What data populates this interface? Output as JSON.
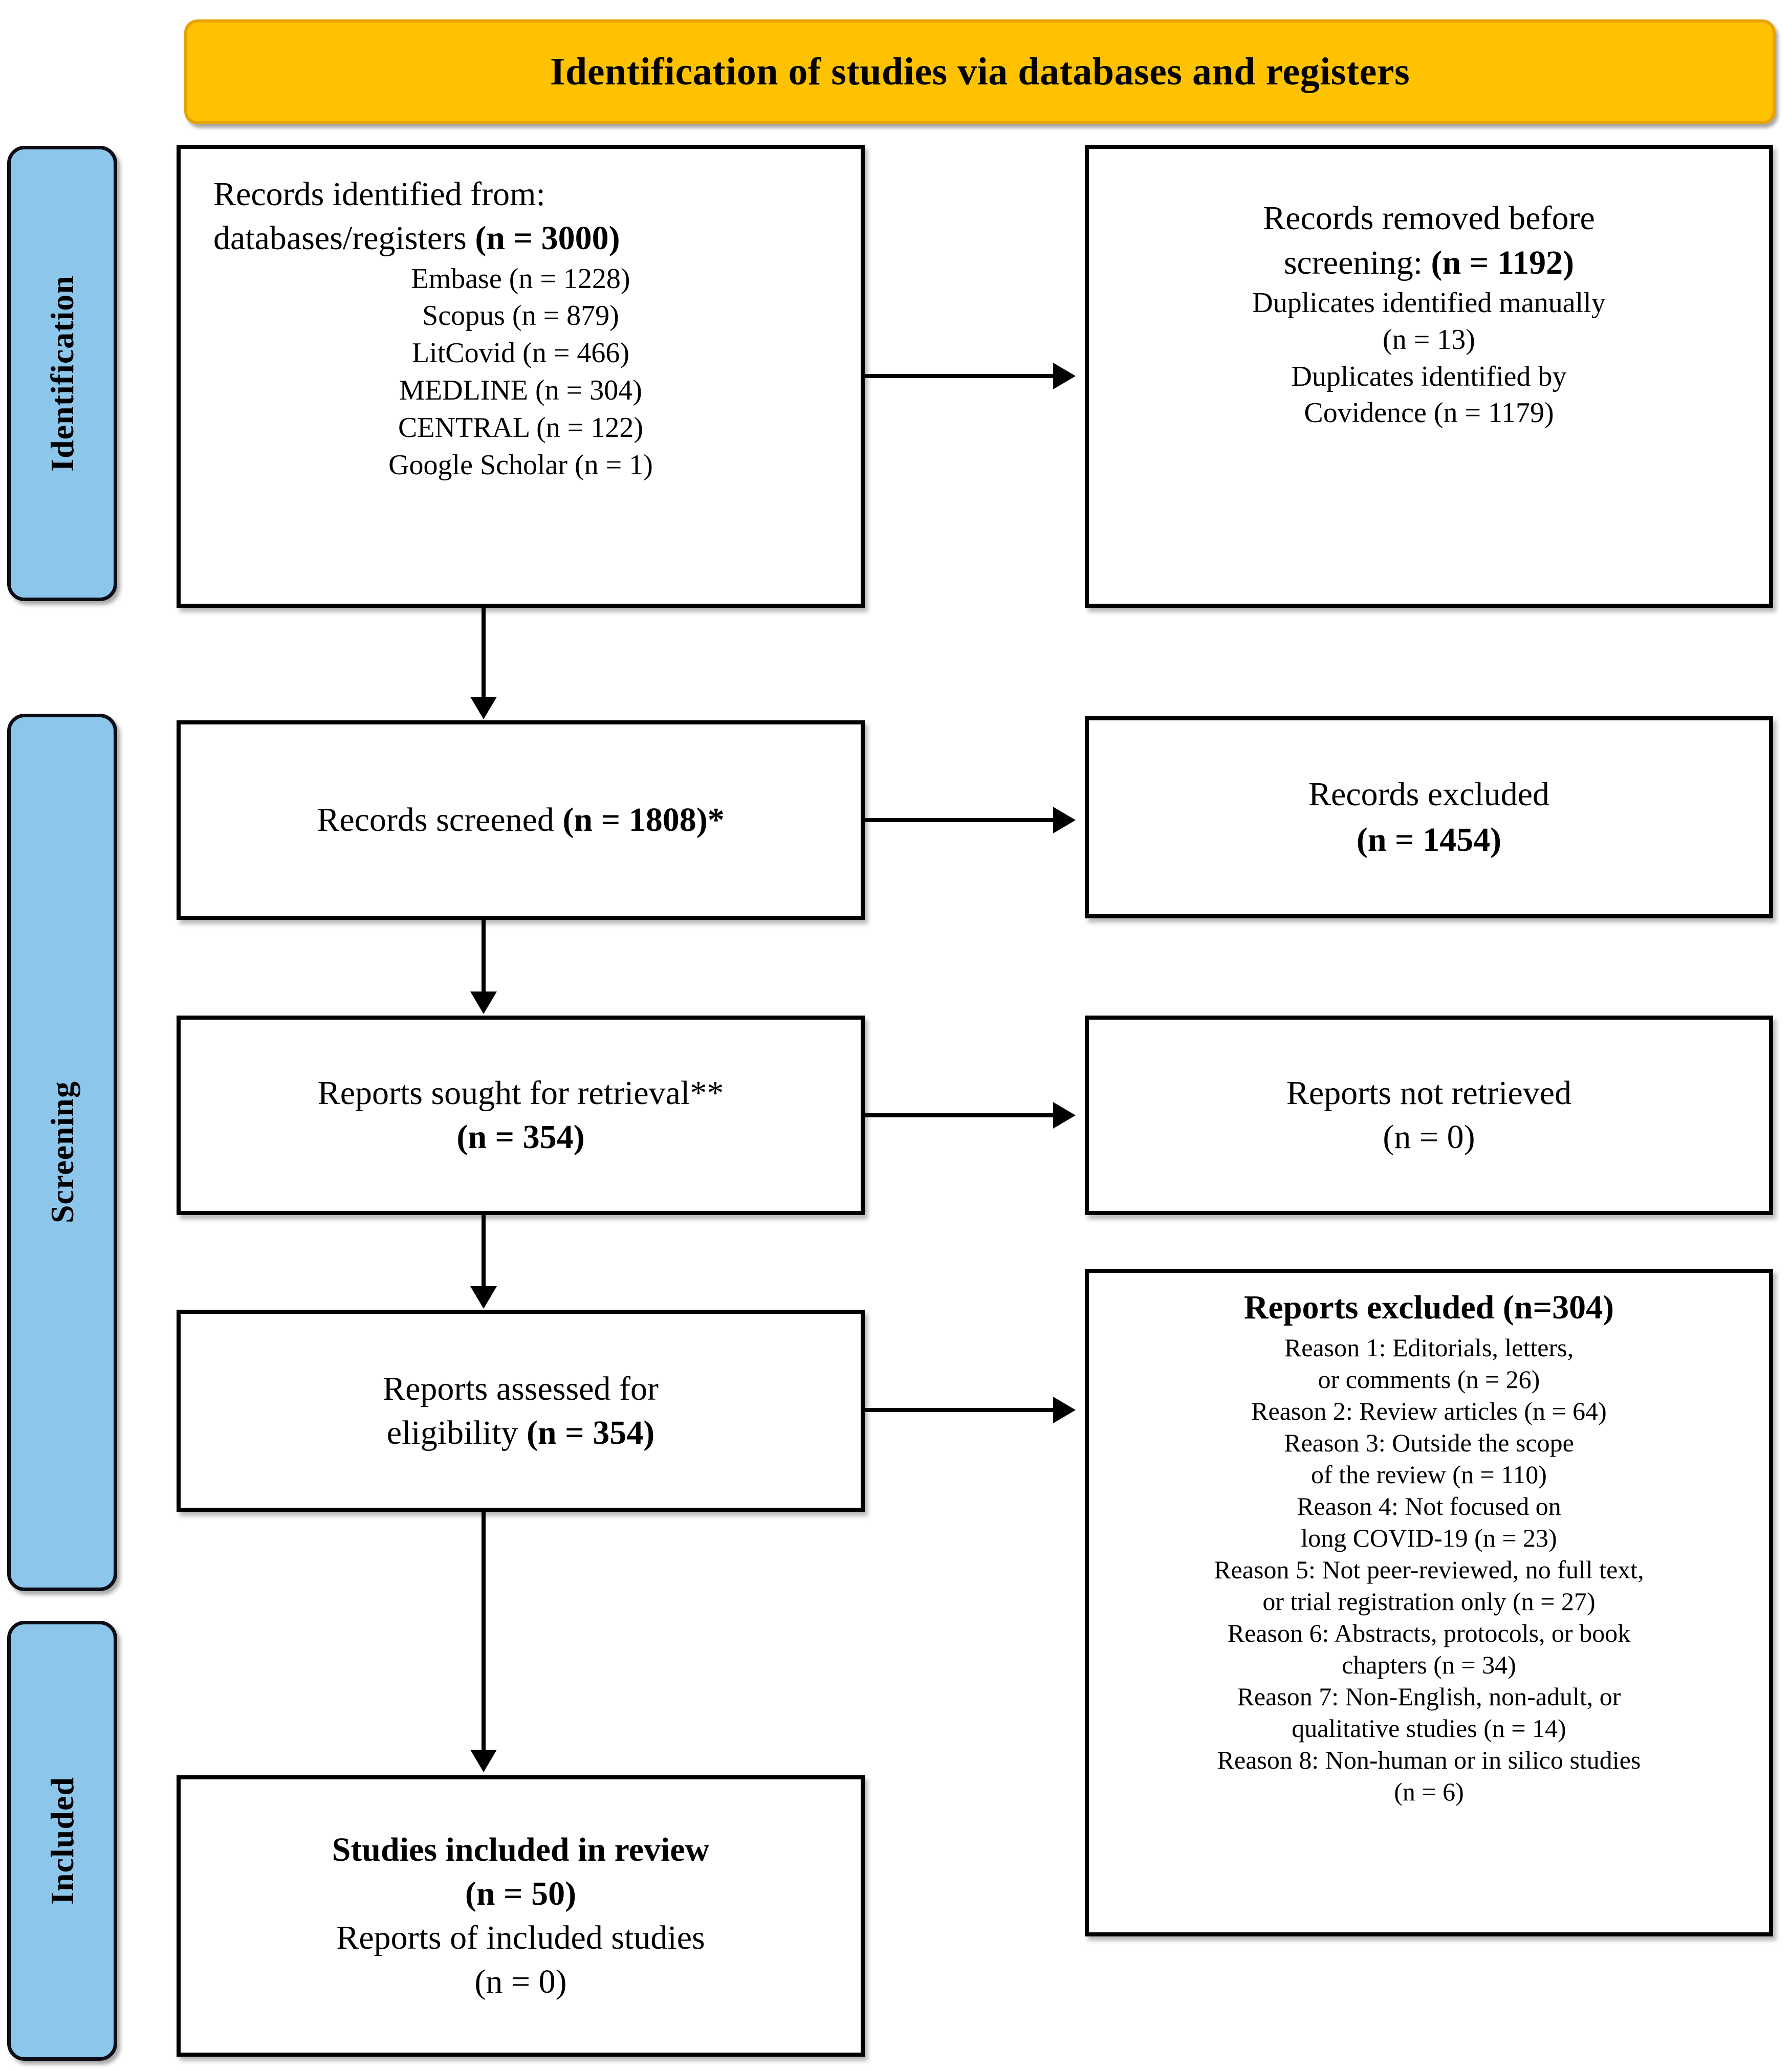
{
  "header": {
    "title": "Identification of studies via databases and registers",
    "banner_color": "#FFC200"
  },
  "stages": {
    "identification": "Identification",
    "screening": "Screening",
    "included": "Included",
    "bar_color": "#8CC6EA"
  },
  "boxes": {
    "records_identified": {
      "header_line1": "Records identified from:",
      "header_line2_normal": "databases/registers ",
      "header_line2_bold": "(n = 3000)",
      "sources": [
        "Embase (n = 1228)",
        "Scopus (n = 879)",
        "LitCovid (n = 466)",
        "MEDLINE (n = 304)",
        "CENTRAL (n = 122)",
        "Google Scholar (n = 1)"
      ]
    },
    "records_removed": {
      "header_line1": "Records removed before",
      "header_line2_normal": "screening: ",
      "header_line2_bold": "(n = 1192)",
      "details": [
        "Duplicates identified manually",
        "(n = 13)",
        "Duplicates identified by",
        "Covidence (n = 1179)"
      ]
    },
    "records_screened": {
      "label_normal": "Records screened ",
      "label_bold": "(n = 1808)*"
    },
    "records_excluded": {
      "label_normal": "Records excluded",
      "label_bold": "(n = 1454)"
    },
    "reports_sought": {
      "label_normal": "Reports sought for retrieval**",
      "label_bold": "(n = 354)"
    },
    "reports_not_retrieved": {
      "label_normal": "Reports not retrieved",
      "label_plain": "(n = 0)"
    },
    "reports_assessed": {
      "label_normal": "Reports assessed for",
      "label_line2_normal": "eligibility ",
      "label_line2_bold": "(n = 354)"
    },
    "reports_excluded": {
      "header": "Reports excluded (n=304)",
      "reasons": [
        "Reason 1: Editorials, letters,",
        "or comments (n = 26)",
        "Reason 2: Review articles (n = 64)",
        "Reason 3: Outside the scope",
        "of the review (n = 110)",
        "Reason 4: Not focused on",
        "long COVID-19 (n = 23)",
        "Reason 5: Not peer-reviewed, no full text,",
        "or trial registration only (n = 27)",
        "Reason 6: Abstracts, protocols, or book",
        "chapters (n = 34)",
        "Reason 7: Non-English, non-adult, or",
        "qualitative studies (n = 14)",
        "Reason 8: Non-human or in silico studies",
        "(n = 6)"
      ]
    },
    "studies_included": {
      "header_bold": "Studies included in review",
      "count_bold": "(n = 50)",
      "reports_label": "Reports of included studies",
      "reports_count": "(n = 0)"
    }
  },
  "chart_data": {
    "type": "diagram",
    "title": "PRISMA 2020 flow diagram",
    "nodes": [
      {
        "id": "identified",
        "n": 3000
      },
      {
        "id": "removed_before_screening",
        "n": 1192
      },
      {
        "id": "screened",
        "n": 1808
      },
      {
        "id": "excluded_screening",
        "n": 1454
      },
      {
        "id": "sought_for_retrieval",
        "n": 354
      },
      {
        "id": "not_retrieved",
        "n": 0
      },
      {
        "id": "assessed_for_eligibility",
        "n": 354
      },
      {
        "id": "reports_excluded",
        "n": 304
      },
      {
        "id": "studies_included",
        "n": 50
      },
      {
        "id": "reports_of_included_studies",
        "n": 0
      }
    ]
  }
}
